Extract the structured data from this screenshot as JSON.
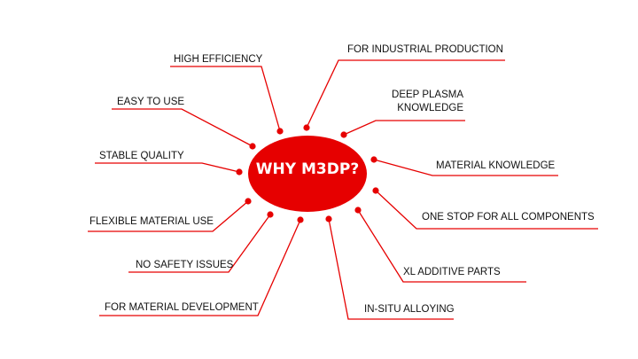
{
  "center": {
    "label": "WHY M3DP?",
    "color": "#e60000"
  },
  "line_color": "#e60000",
  "branches": [
    {
      "id": "high-efficiency",
      "label": "HIGH EFFICIENCY"
    },
    {
      "id": "industrial-production",
      "label": "FOR INDUSTRIAL PRODUCTION"
    },
    {
      "id": "deep-plasma",
      "label": "DEEP PLASMA KNOWLEDGE",
      "lines": [
        "DEEP PLASMA",
        "KNOWLEDGE"
      ]
    },
    {
      "id": "easy-to-use",
      "label": "EASY TO USE"
    },
    {
      "id": "material-knowledge",
      "label": "MATERIAL KNOWLEDGE"
    },
    {
      "id": "stable-quality",
      "label": "STABLE QUALITY"
    },
    {
      "id": "one-stop",
      "label": "ONE STOP FOR ALL COMPONENTS"
    },
    {
      "id": "flexible-material",
      "label": "FLEXIBLE MATERIAL USE"
    },
    {
      "id": "no-safety",
      "label": "NO SAFETY ISSUES"
    },
    {
      "id": "xl-additive",
      "label": "XL ADDITIVE PARTS"
    },
    {
      "id": "material-development",
      "label": "FOR MATERIAL DEVELOPMENT"
    },
    {
      "id": "in-situ",
      "label": "IN-SITU ALLOYING"
    }
  ]
}
